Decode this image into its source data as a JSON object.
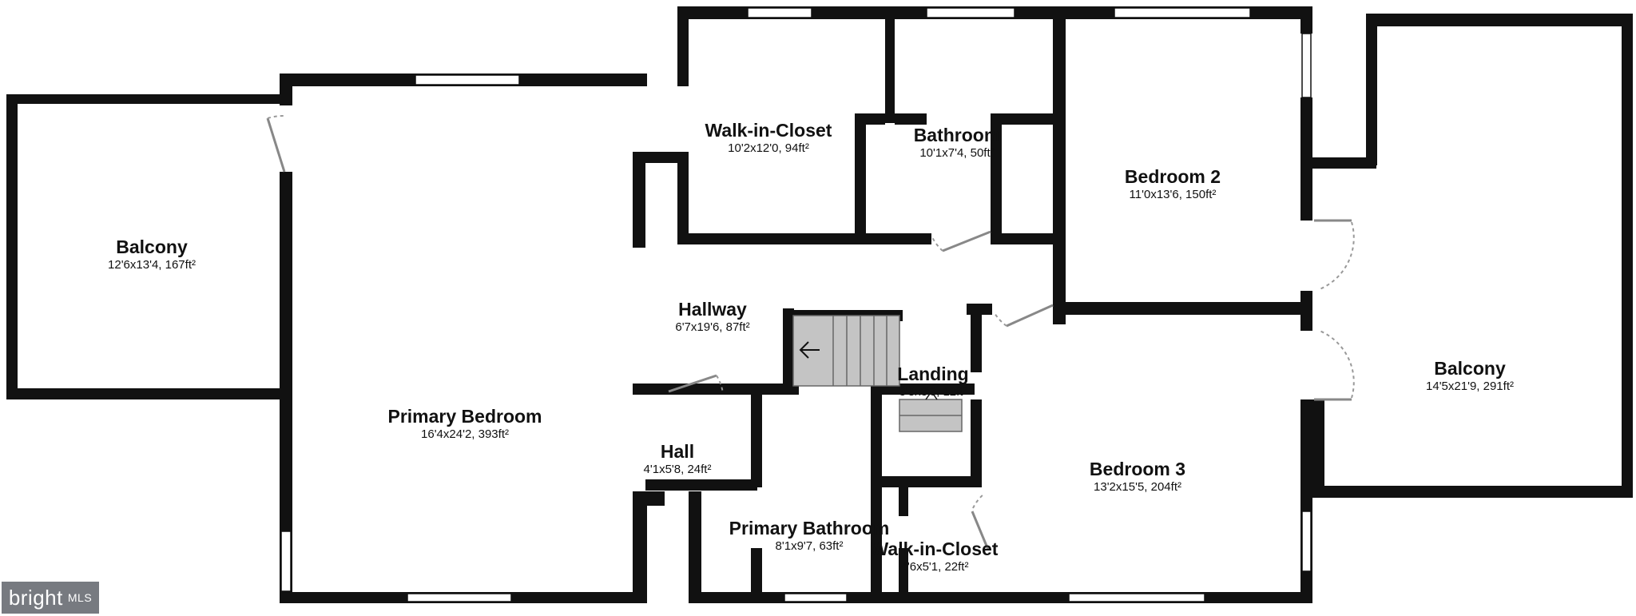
{
  "rooms": {
    "balcony_left": {
      "name": "Balcony",
      "dims": "12'6x13'4, 167ft²"
    },
    "primary_bedroom": {
      "name": "Primary Bedroom",
      "dims": "16'4x24'2, 393ft²"
    },
    "walk_in_closet_top": {
      "name": "Walk-in-Closet",
      "dims": "10'2x12'0, 94ft²"
    },
    "bathroom": {
      "name": "Bathroom",
      "dims": "10'1x7'4, 50ft²"
    },
    "bedroom_2": {
      "name": "Bedroom 2",
      "dims": "11'0x13'6, 150ft²"
    },
    "hallway": {
      "name": "Hallway",
      "dims": "6'7x19'6, 87ft²"
    },
    "landing": {
      "name": "Landing",
      "dims": "3'8x3'3, 12ft²"
    },
    "hall": {
      "name": "Hall",
      "dims": "4'1x5'8, 24ft²"
    },
    "bedroom_3": {
      "name": "Bedroom 3",
      "dims": "13'2x15'5, 204ft²"
    },
    "primary_bathroom": {
      "name": "Primary Bathroom",
      "dims": "8'1x9'7, 63ft²"
    },
    "walk_in_closet_bottom": {
      "name": "Walk-in-Closet",
      "dims": "4'6x5'1, 22ft²"
    },
    "balcony_right": {
      "name": "Balcony",
      "dims": "14'5x21'9, 291ft²"
    }
  },
  "badge": {
    "brand": "bright",
    "suffix": "MLS"
  },
  "colors": {
    "wall": "#111111",
    "stair_fill": "#c4c4c4",
    "badge_bg": "#777a80",
    "door_swing": "#999999"
  },
  "icons": {
    "stair_arrow": "left-arrow-icon"
  }
}
